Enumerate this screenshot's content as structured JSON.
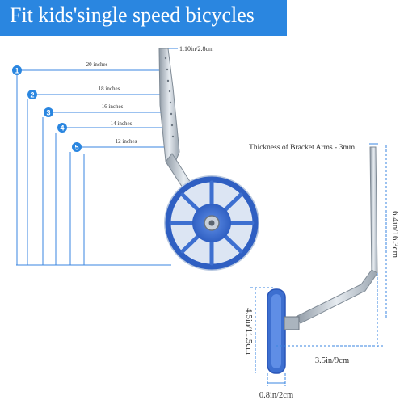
{
  "banner": {
    "title": "Fit kids'single speed bicycles",
    "color": "#2a86e0"
  },
  "sizes": [
    {
      "number": "1",
      "label": "20 inches"
    },
    {
      "number": "2",
      "label": "18 inches"
    },
    {
      "number": "3",
      "label": "16 inches"
    },
    {
      "number": "4",
      "label": "14 inches"
    },
    {
      "number": "5",
      "label": "12 inches"
    }
  ],
  "dimensions": {
    "slot_width": "1.10in/2.8cm",
    "bracket_thickness": "Thickness of Bracket Arms - 3mm",
    "arm_height": "6.4in/16.3cm",
    "wheel_diameter": "4.5in/11.5cm",
    "arm_offset": "3.5in/9cm",
    "wheel_width": "0.8in/2cm"
  },
  "colors": {
    "wheel_blue": "#3d6fd0",
    "guide_blue": "#3a86e0",
    "metal": "#b8c2cc"
  }
}
